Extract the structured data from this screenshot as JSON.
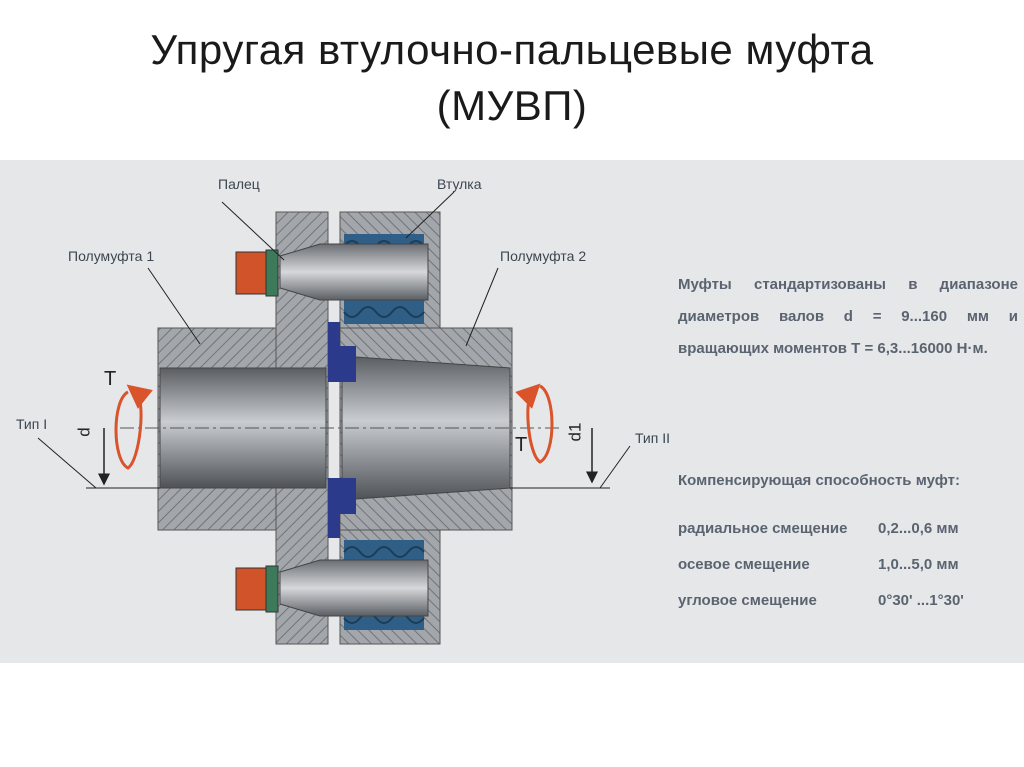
{
  "title": {
    "line1": "Упругая втулочно-пальцевые муфта",
    "line2": "(МУВП)"
  },
  "diagram": {
    "labels": {
      "finger": "Палец",
      "bushing": "Втулка",
      "half1": "Полумуфта 1",
      "half2": "Полумуфта 2",
      "type1": "Тип I",
      "type2": "Тип II",
      "torque_left": "T",
      "torque_right": "T",
      "diam_left": "d",
      "diam_right": "d1"
    },
    "colors": {
      "background": "#e6e7e9",
      "hatch": "#8e9398",
      "shaft": "#6d7176",
      "rubber": "#2f5f86",
      "finger_nut": "#d0532a",
      "nut_green": "#3d7a5a",
      "arrow_red": "#d9532b",
      "disc_blue": "#2c3a8c"
    }
  },
  "specs": {
    "line1": "Муфты стандартизованы в диапазоне",
    "line2": "диаметров валов d = 9...160 мм и",
    "line3": "вращающих моментов Т = 6,3...16000 Н·м.",
    "comp_title": "Компенсирующая способность муфт:",
    "rows": [
      {
        "name": "радиальное смещение",
        "value": "0,2...0,6 мм"
      },
      {
        "name": "осевое смещение",
        "value": "1,0...5,0 мм"
      },
      {
        "name": "угловое смещение",
        "value": "0°30' ...1°30'"
      }
    ]
  }
}
